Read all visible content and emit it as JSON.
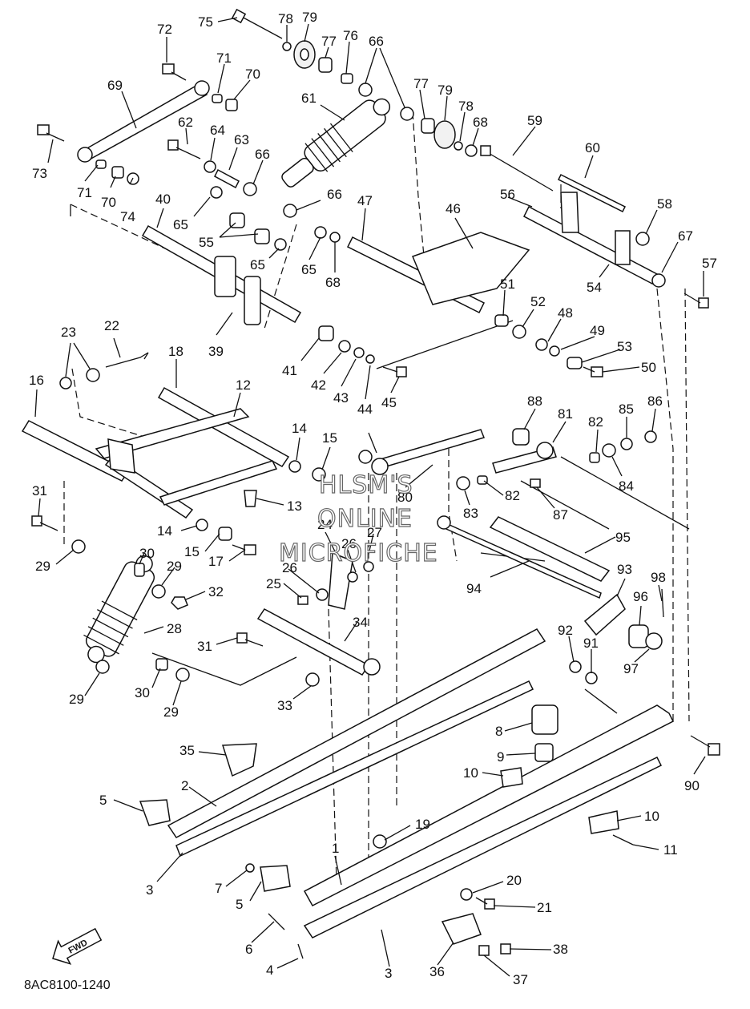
{
  "document_code": "8AC8100-1240",
  "watermark": [
    "HLSM'S",
    "ONLINE",
    "MICROFICHE"
  ],
  "fwd_label": "FWD",
  "callouts": [
    "75",
    "78",
    "79",
    "72",
    "71",
    "70",
    "77",
    "76",
    "66",
    "69",
    "61",
    "77",
    "79",
    "78",
    "68",
    "59",
    "73",
    "62",
    "64",
    "63",
    "66",
    "60",
    "71",
    "70",
    "74",
    "40",
    "66",
    "47",
    "46",
    "56",
    "58",
    "65",
    "67",
    "57",
    "55",
    "65",
    "65",
    "68",
    "51",
    "52",
    "54",
    "39",
    "48",
    "41",
    "42",
    "43",
    "44",
    "45",
    "49",
    "53",
    "50",
    "23",
    "22",
    "18",
    "12",
    "16",
    "88",
    "81",
    "82",
    "85",
    "86",
    "14",
    "15",
    "84",
    "31",
    "13",
    "80",
    "83",
    "82",
    "87",
    "14",
    "24",
    "27",
    "95",
    "15",
    "17",
    "26",
    "29",
    "30",
    "29",
    "32",
    "25",
    "26",
    "93",
    "98",
    "94",
    "34",
    "96",
    "28",
    "92",
    "91",
    "31",
    "97",
    "30",
    "29",
    "33",
    "29",
    "8",
    "35",
    "9",
    "10",
    "2",
    "90",
    "5",
    "19",
    "10",
    "1",
    "11",
    "3",
    "7",
    "20",
    "5",
    "21",
    "6",
    "38",
    "4",
    "3",
    "36",
    "37"
  ]
}
